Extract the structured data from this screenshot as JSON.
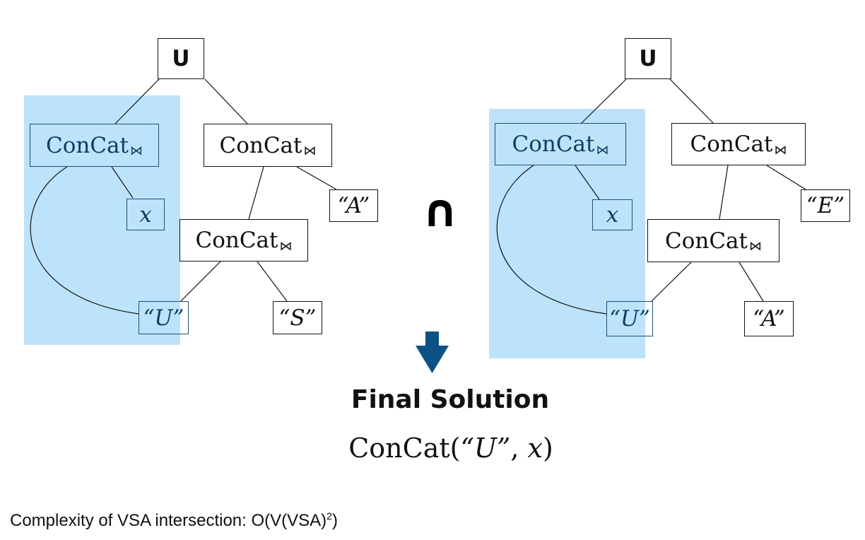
{
  "left_tree": {
    "root": "U",
    "concat_left": {
      "main": "ConCat",
      "sub": "⋈"
    },
    "x_node": "x",
    "concat_right": {
      "main": "ConCat",
      "sub": "⋈"
    },
    "leaf_a": "“A”",
    "concat_bottom": {
      "main": "ConCat",
      "sub": "⋈"
    },
    "leaf_u": "“U”",
    "leaf_s": "“S”"
  },
  "operator": "∩",
  "right_tree": {
    "root": "U",
    "concat_left": {
      "main": "ConCat",
      "sub": "⋈"
    },
    "x_node": "x",
    "concat_right": {
      "main": "ConCat",
      "sub": "⋈"
    },
    "leaf_e": "“E”",
    "concat_bottom": {
      "main": "ConCat",
      "sub": "⋈"
    },
    "leaf_u": "“U”",
    "leaf_a": "“A”"
  },
  "final": {
    "title": "Final Solution",
    "fn": "ConCat",
    "open": "(",
    "arg1": "“U”",
    "sep": ", ",
    "arg2": "x",
    "close": ")"
  },
  "note": {
    "text": "Complexity of VSA intersection: O(V(VSA)",
    "sup": "2",
    "tail": ")"
  },
  "colors": {
    "highlight": "#bde3fa",
    "arrow": "#0d5285",
    "highlight_text": "#0d3f63"
  }
}
